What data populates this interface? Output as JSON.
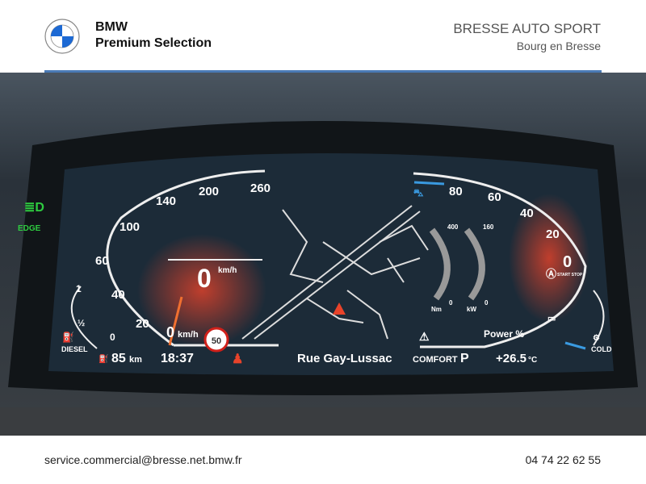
{
  "header": {
    "brand_line1": "BMW",
    "brand_line2": "Premium Selection",
    "dealer_name": "BRESSE AUTO SPORT",
    "dealer_city": "Bourg en Bresse",
    "logo_icon": "bmw-roundel-icon"
  },
  "dashboard": {
    "speed_ticks": [
      "20",
      "40",
      "60",
      "100",
      "140",
      "200",
      "260"
    ],
    "speed_value": "0",
    "speed_unit": "km/h",
    "small_speed_value": "0",
    "small_speed_unit": "km/h",
    "speed_limit": "50",
    "fuel_labels": {
      "full": "1",
      "half": "½",
      "empty": "0",
      "fuel_type": "DIESEL"
    },
    "range": "85",
    "range_unit": "km",
    "time": "18:37",
    "street": "Rue Gay-Lussac",
    "drive_mode": "COMFORT",
    "gear": "P",
    "temperature": "+26.5",
    "temperature_unit": "°C",
    "power_ticks": [
      "80",
      "60",
      "40",
      "20",
      "0"
    ],
    "power_label": "Power %",
    "torque_max": "400",
    "torque_min": "0",
    "torque_unit": "Nm",
    "kw_max": "160",
    "kw_min": "0",
    "kw_unit": "kW",
    "coolant_label": "COLD",
    "auto_stop_label": "START STOP",
    "colors": {
      "accent_red": "#e8432a",
      "indicator_green": "#2ecc40",
      "screen_bg": "#1c2b38"
    }
  },
  "footer": {
    "email": "service.commercial@bresse.net.bmw.fr",
    "phone": "04 74 22 62 55"
  }
}
